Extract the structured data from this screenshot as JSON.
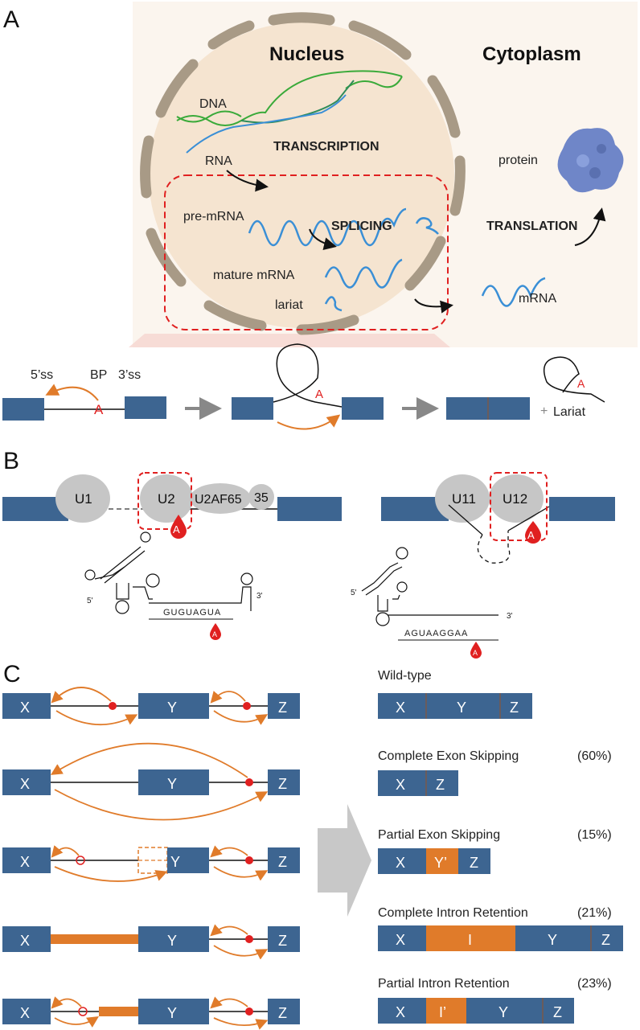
{
  "panels": {
    "a": "A",
    "b": "B",
    "c": "C"
  },
  "cell": {
    "nucleus": "Nucleus",
    "cytoplasm": "Cytoplasm",
    "dna": "DNA",
    "rna": "RNA",
    "transcription": "TRANSCRIPTION",
    "pre_mrna": "pre-mRNA",
    "splicing": "SPLICING",
    "mature_mrna": "mature mRNA",
    "lariat": "lariat",
    "protein": "protein",
    "translation": "TRANSLATION",
    "mrna": "mRNA"
  },
  "mechanism": {
    "five_ss": "5’ss",
    "bp": "BP",
    "three_ss": "3’ss",
    "a": "A",
    "plus": "+",
    "lariat": "Lariat"
  },
  "spliceosome": {
    "u1": "U1",
    "u2": "U2",
    "u2af65": "U2AF65",
    "u35": "35",
    "u11": "U11",
    "u12": "U12",
    "a": "A",
    "five_prime": "5'",
    "three_prime": "3'",
    "seq_major": "GUGUAGUA",
    "seq_minor": "AGUAAGGAA"
  },
  "exons": {
    "x": "X",
    "y": "Y",
    "z": "Z",
    "y_partial": "Y’",
    "i": "I",
    "i_partial": "I’"
  },
  "outcomes": [
    {
      "label": "Wild-type",
      "pct": ""
    },
    {
      "label": "Complete Exon Skipping",
      "pct": "(60%)"
    },
    {
      "label": "Partial Exon Skipping",
      "pct": "(15%)"
    },
    {
      "label": "Complete Intron Retention",
      "pct": "(21%)"
    },
    {
      "label": "Partial Intron Retention",
      "pct": "(23%)"
    }
  ],
  "colors": {
    "exon": "#3d6591",
    "orange": "#e07b2a",
    "red": "#e02020",
    "nucleus": "#f5e4d0",
    "blue_rna": "#3a8fd6",
    "green_dna": "#3aaa3a"
  }
}
